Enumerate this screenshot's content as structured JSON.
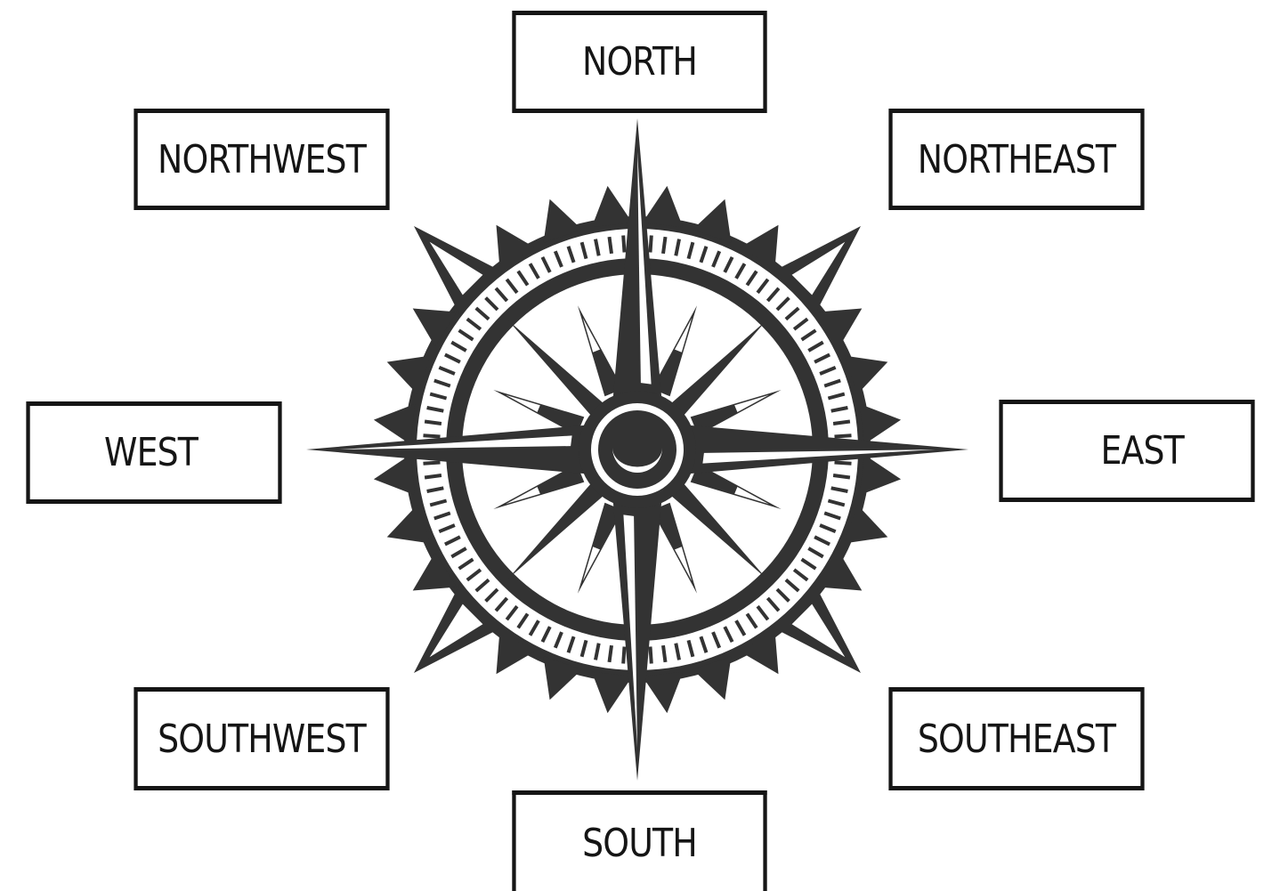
{
  "directions": {
    "north": "NORTH",
    "northeast": "NORTHEAST",
    "east": "EAST",
    "southeast": "SOUTHEAST",
    "south": "SOUTH",
    "southwest": "SOUTHWEST",
    "west": "WEST",
    "northwest": "NORTHWEST"
  },
  "colors": {
    "ink": "#333333",
    "border": "#151515",
    "background": "#ffffff"
  },
  "icon": "compass-rose-icon"
}
